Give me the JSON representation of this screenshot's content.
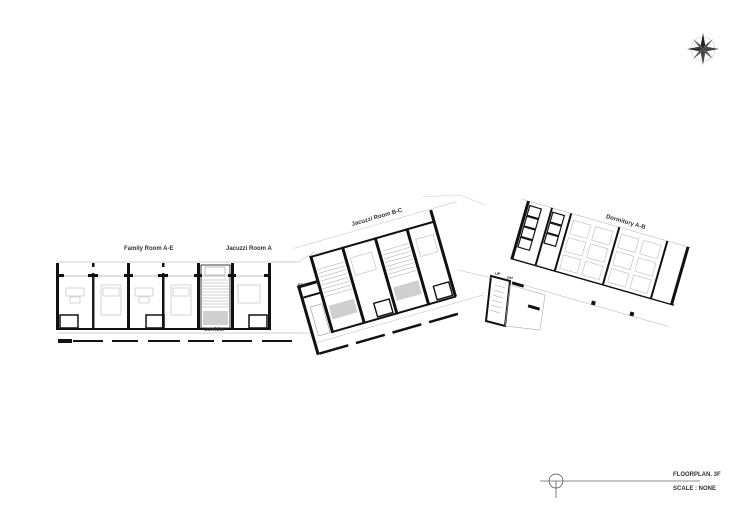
{
  "drawing": {
    "title": "FLOORPLAN. 3F",
    "scale": "SCALE : NONE"
  },
  "labels": {
    "family_room": "Family Room A-E",
    "jacuzzi_a": "Jacuzzi Room A",
    "jacuzzi_bc": "Jacuzzi Room B-C",
    "dormitory": "Dormitory A-B",
    "corridor": "corridor",
    "eps": "EPS",
    "up": "UP",
    "dn": "DN"
  },
  "icons": {
    "compass": "compass-rose-icon",
    "section_marker": "section-marker-icon"
  },
  "colors": {
    "wall": "#111111",
    "thin": "#9a9a9a",
    "light": "#cfcfcf",
    "text": "#333333"
  }
}
